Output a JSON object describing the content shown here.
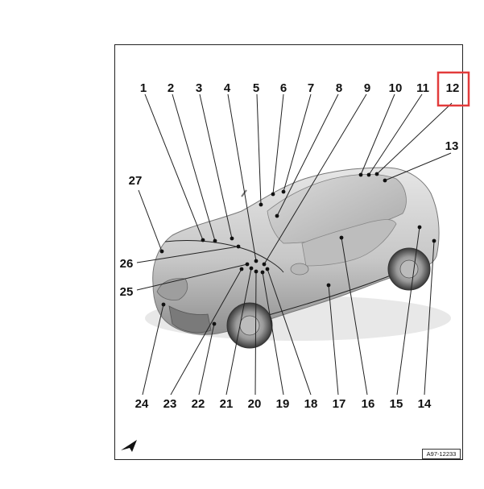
{
  "callouts": [
    "1",
    "2",
    "3",
    "4",
    "5",
    "6",
    "7",
    "8",
    "9",
    "10",
    "11",
    "12",
    "13",
    "14",
    "15",
    "16",
    "17",
    "18",
    "19",
    "20",
    "21",
    "22",
    "23",
    "24",
    "25",
    "26",
    "27"
  ],
  "highlighted_callout": "12",
  "highlight_color": "#e23b3b",
  "figure_code": "A97-12233",
  "orientation_mark": "north-arrow-icon"
}
